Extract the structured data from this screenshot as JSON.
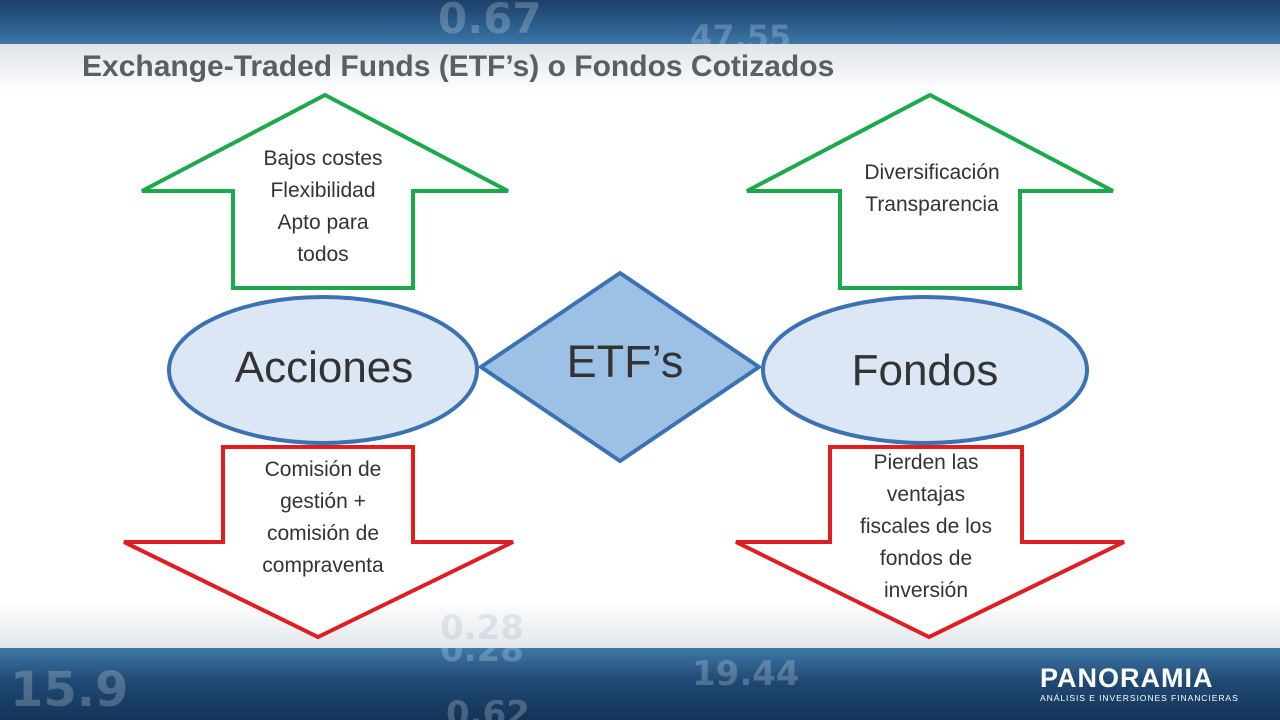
{
  "title": "Exchange-Traded Funds (ETF’s) o Fondos Cotizados",
  "center": {
    "label": "ETF’s"
  },
  "left_node": {
    "label": "Acciones"
  },
  "right_node": {
    "label": "Fondos"
  },
  "up_left": {
    "lines": [
      "Bajos costes",
      "Flexibilidad",
      "Apto para",
      "todos"
    ]
  },
  "up_right": {
    "lines": [
      "Diversificación",
      "Transparencia"
    ]
  },
  "down_left": {
    "lines": [
      "Comisión de",
      "gestión +",
      "comisión de",
      "compraventa"
    ]
  },
  "down_right": {
    "lines": [
      "Pierden las",
      "ventajas",
      "fiscales de los",
      "fondos de",
      "inversión"
    ]
  },
  "logo": {
    "name": "PANORAMIA",
    "tagline": "ANÁLISIS E INVERSIONES FINANCIERAS"
  },
  "background_ticker": {
    "top": [
      "0.67",
      "47.55"
    ],
    "bottom": [
      "15.9",
      "0.28",
      "19.44",
      "0.62"
    ]
  },
  "colors": {
    "up_arrow": "#1aaa4a",
    "down_arrow": "#e01e22",
    "node_fill": "#dce7f5",
    "node_stroke": "#3a72b4",
    "diamond_fill": "#9dc1e5"
  }
}
